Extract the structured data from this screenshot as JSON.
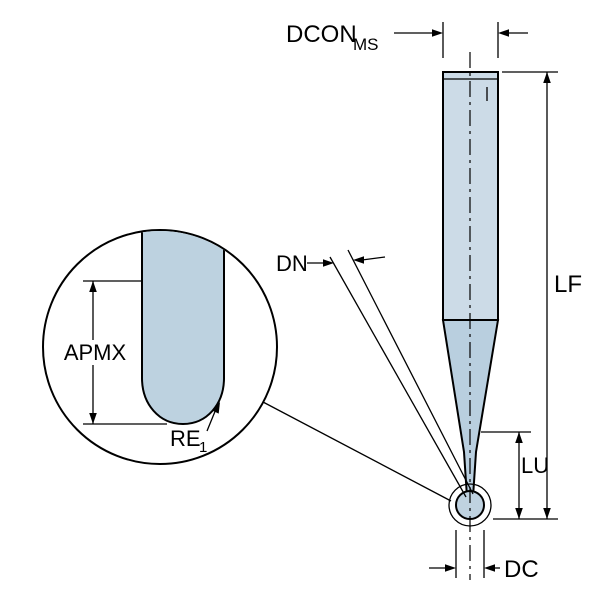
{
  "diagram": {
    "background": "#ffffff",
    "line_color": "#000000",
    "labels": {
      "dcon_main": "DCON",
      "dcon_sub": "MS",
      "dn": "DN",
      "lf": "LF",
      "lu": "LU",
      "dc": "DC",
      "apmx": "APMX",
      "re_main": "RE",
      "re_sub": "1"
    },
    "colors": {
      "shank_fill": "#ccdbe7",
      "taper_fill": "#b9cfdf",
      "ball_fill": "#bfd2e0",
      "detail_fill": "#bdd2e0"
    }
  }
}
